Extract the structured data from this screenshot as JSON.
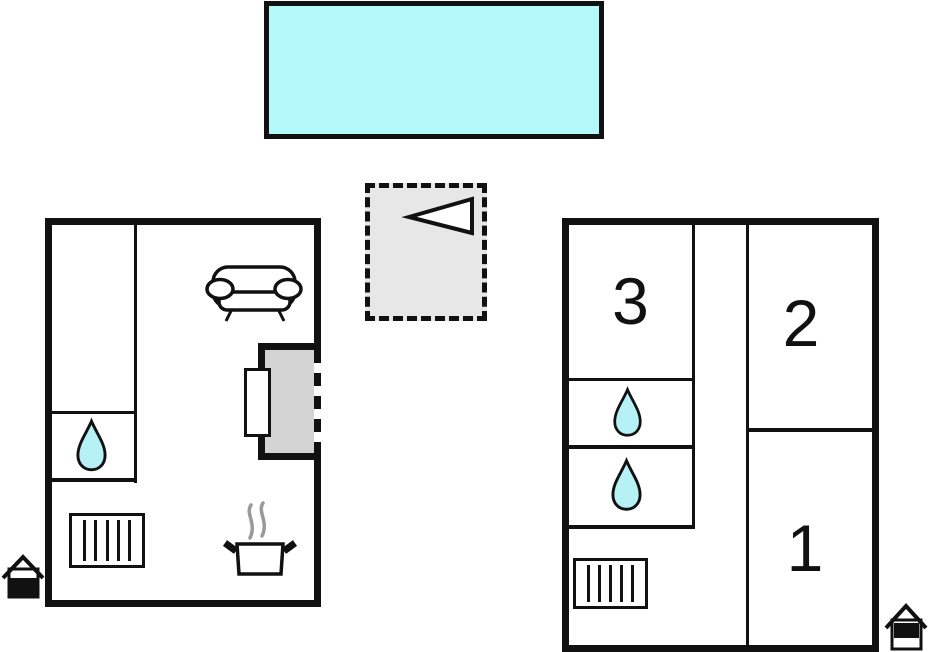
{
  "title": "holiday-home-floor-plan",
  "colors": {
    "wall": "#111111",
    "pool_fill": "#b3f9f9",
    "drop_fill": "#b5f1f5",
    "alcove_fill": "#d4d4d4",
    "entry_fill": "#e7e7e7",
    "steam": "#999999"
  },
  "plan": {
    "upper_floor": {
      "rooms": {
        "room1_label": "1",
        "room2_label": "2",
        "room3_label": "3"
      }
    }
  },
  "icons": {
    "pool": "swimming-pool",
    "entrance_arrow": "direction-arrow",
    "sofa": "sofa",
    "water_drop": "water-drop",
    "radiator": "radiator",
    "stove": "stove-pot-with-steam",
    "ground_floor_marker": "house-ground-floor",
    "upper_floor_marker": "house-upper-floor"
  }
}
